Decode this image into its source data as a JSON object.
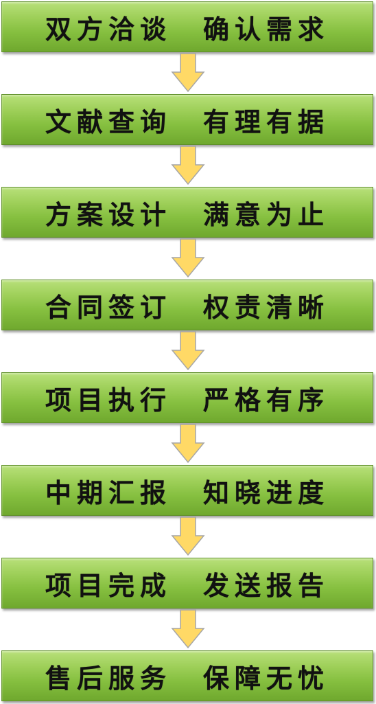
{
  "steps": [
    {
      "text": "双方洽谈　确认需求"
    },
    {
      "text": "文献查询　有理有据"
    },
    {
      "text": "方案设计　满意为止"
    },
    {
      "text": "合同签订　权责清晰"
    },
    {
      "text": "项目执行　严格有序"
    },
    {
      "text": "中期汇报　知晓进度"
    },
    {
      "text": "项目完成　发送报告"
    },
    {
      "text": "售后服务　保障无忧"
    }
  ],
  "colors": {
    "box_fill": "#8cc63f",
    "box_border": "#5f8f2a",
    "arrow_fill": "#ffd966",
    "arrow_border": "#a6a6a6"
  }
}
